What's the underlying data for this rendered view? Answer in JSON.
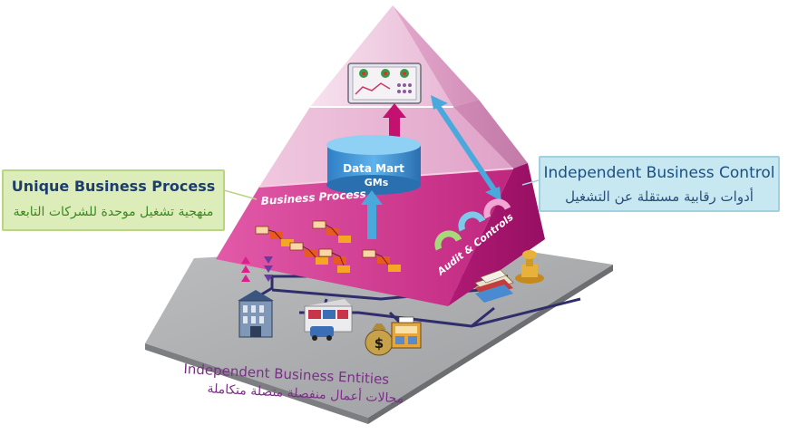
{
  "callouts": {
    "left": {
      "title": "Unique Business Process",
      "subtitle": "منهجية تشغيل موحدة للشركات التابعة"
    },
    "right": {
      "title": "Independent Business Control",
      "subtitle": "أدوات رقابية مستقلة عن التشغيل"
    }
  },
  "pyramid": {
    "data_mart_line1": "Data Mart",
    "data_mart_line2": "GMs",
    "business_process_label": "Business Process",
    "audit_label": "Audit & Controls"
  },
  "base": {
    "title": "Independent Business Entities",
    "subtitle": "مجالات أعمال منفصلة متصلة متكاملة"
  },
  "colors": {
    "pyramid_top": "#f3d3e6",
    "pyramid_middle": "#e6a9cf",
    "pyramid_band": "#c02d87",
    "platform": "#a9aaac",
    "network_line": "#2f2e6b",
    "arrow_blue": "#4aa9dc",
    "arrow_magenta": "#c4116f",
    "callout_left_bg": "#dcedb9",
    "callout_right_bg": "#c7e8f0"
  },
  "icons": [
    "dashboard-monitor-icon",
    "data-mart-cylinder-icon",
    "flowchart-icon",
    "arc-icon",
    "building-icon",
    "factory-icon",
    "money-bag-icon",
    "truck-icon",
    "books-icon",
    "stamp-icon",
    "up-arrow-icon",
    "down-arrow-icon"
  ]
}
